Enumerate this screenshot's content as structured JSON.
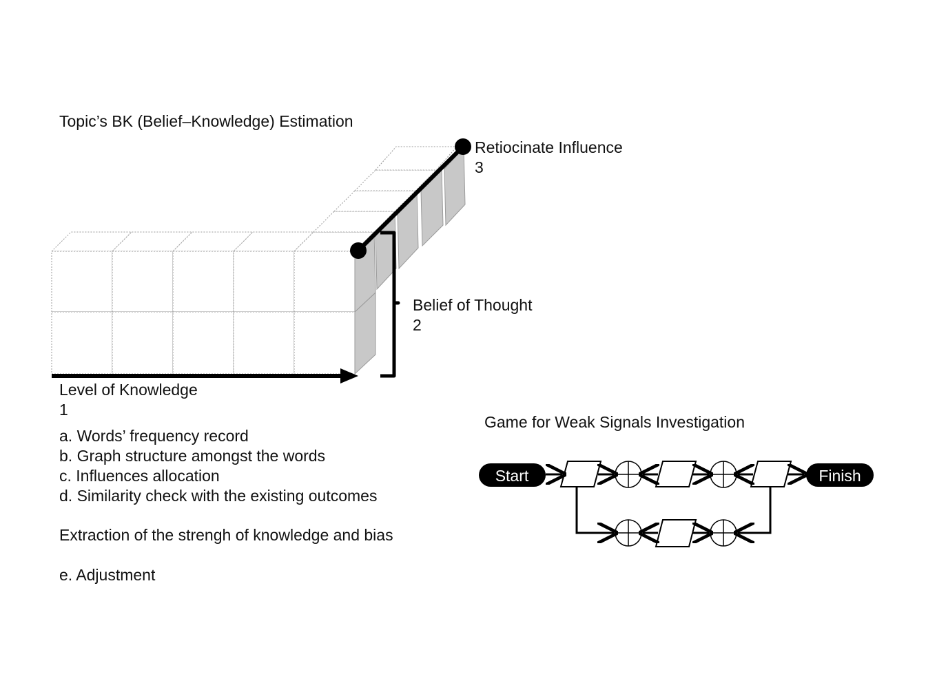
{
  "bk": {
    "title": "Topic’s BK (Belief–Knowledge) Estimation",
    "axis_knowledge": {
      "label": "Level of Knowledge",
      "number": "1"
    },
    "axis_thought": {
      "label": "Belief of Thought",
      "number": "2"
    },
    "axis_influence": {
      "label": "Retiocinate Influence",
      "number": "3"
    },
    "steps": [
      "a. Words’ frequency record",
      "b. Graph structure amongst the words",
      "c. Influences allocation",
      "d. Similarity check with the existing outcomes"
    ],
    "extraction": "Extraction of the strengh of knowledge and bias",
    "adjustment": "e. Adjustment"
  },
  "game": {
    "title": "Game for Weak Signals Investigation",
    "start_label": "Start",
    "finish_label": "Finish"
  }
}
